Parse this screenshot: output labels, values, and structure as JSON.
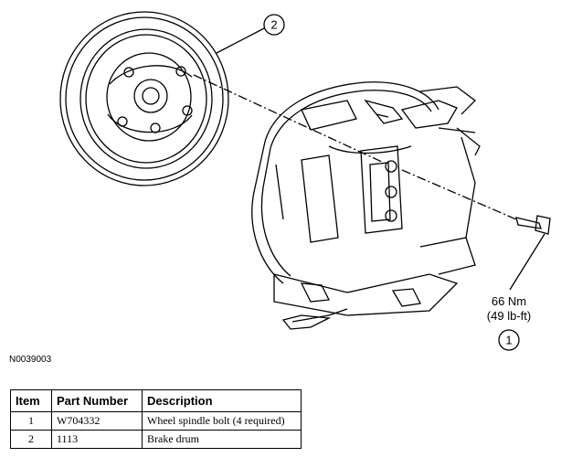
{
  "callouts": {
    "one": "1",
    "two": "2"
  },
  "torque": {
    "line1": "66 Nm",
    "line2": "(49 lb-ft)"
  },
  "figure_id": "N0039003",
  "table": {
    "headers": [
      "Item",
      "Part Number",
      "Description"
    ],
    "rows": [
      {
        "item": "1",
        "part_number": "W704332",
        "description": "Wheel spindle bolt (4 required)"
      },
      {
        "item": "2",
        "part_number": "1113",
        "description": "Brake drum"
      }
    ]
  }
}
